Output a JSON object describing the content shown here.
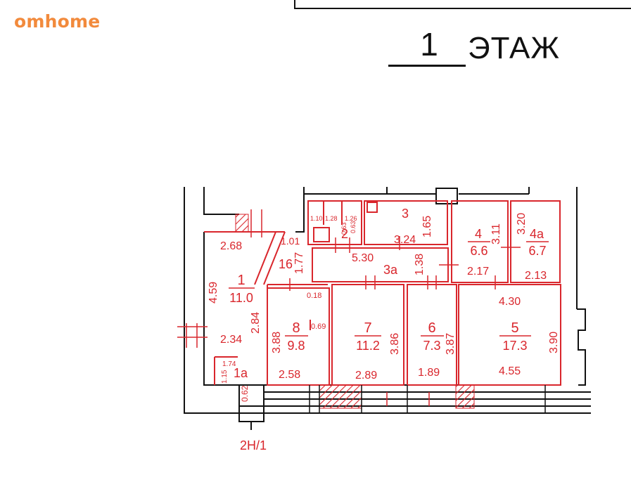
{
  "brand": {
    "logo_text": "omhome",
    "color": "#f28a3c"
  },
  "header": {
    "floor_number": "1",
    "floor_word": "ЭТАЖ"
  },
  "colors": {
    "dimension_red": "#d9262c",
    "wall": "#111111"
  },
  "rooms": [
    {
      "id": "1",
      "area": "11.0"
    },
    {
      "id": "1a",
      "area": ""
    },
    {
      "id": "2",
      "area": ""
    },
    {
      "id": "3",
      "area": ""
    },
    {
      "id": "3а",
      "area": ""
    },
    {
      "id": "4",
      "area": "6.6"
    },
    {
      "id": "4а",
      "area": "6.7"
    },
    {
      "id": "5",
      "area": "17.3"
    },
    {
      "id": "6",
      "area": "7.3"
    },
    {
      "id": "7",
      "area": "11.2"
    },
    {
      "id": "8",
      "area": "9.8"
    },
    {
      "id": "16",
      "area": ""
    }
  ],
  "dimensions": {
    "d_2_68": "2.68",
    "d_1_01": "1.01",
    "d_1_77": "1.77",
    "d_4_59": "4.59",
    "d_2_84": "2.84",
    "d_2_34": "2.34",
    "d_1_74": "1.74",
    "d_1_15": "1.15",
    "d_0_62": "0.62",
    "d_0_18": "0.18",
    "d_0_69": "0.69",
    "d_3_88": "3.88",
    "d_2_58": "2.58",
    "d_3_86": "3.86",
    "d_2_89": "2.89",
    "d_3_87": "3.87",
    "d_1_89": "1.89",
    "d_4_55": "4.55",
    "d_3_90": "3.90",
    "d_4_30": "4.30",
    "d_2_17": "2.17",
    "d_2_13": "2.13",
    "d_3_11": "3.11",
    "d_3_20": "3.20",
    "d_1_65": "1.65",
    "d_3_24": "3.24",
    "d_5_30": "5.30",
    "d_1_38": "1.38",
    "d_1_10": "1.10",
    "d_1_28": "1.28",
    "d_0_63": "0.63",
    "d_1_26": "1.26",
    "d_0_63b": "0.63"
  },
  "entrance_label": "2Н/1"
}
